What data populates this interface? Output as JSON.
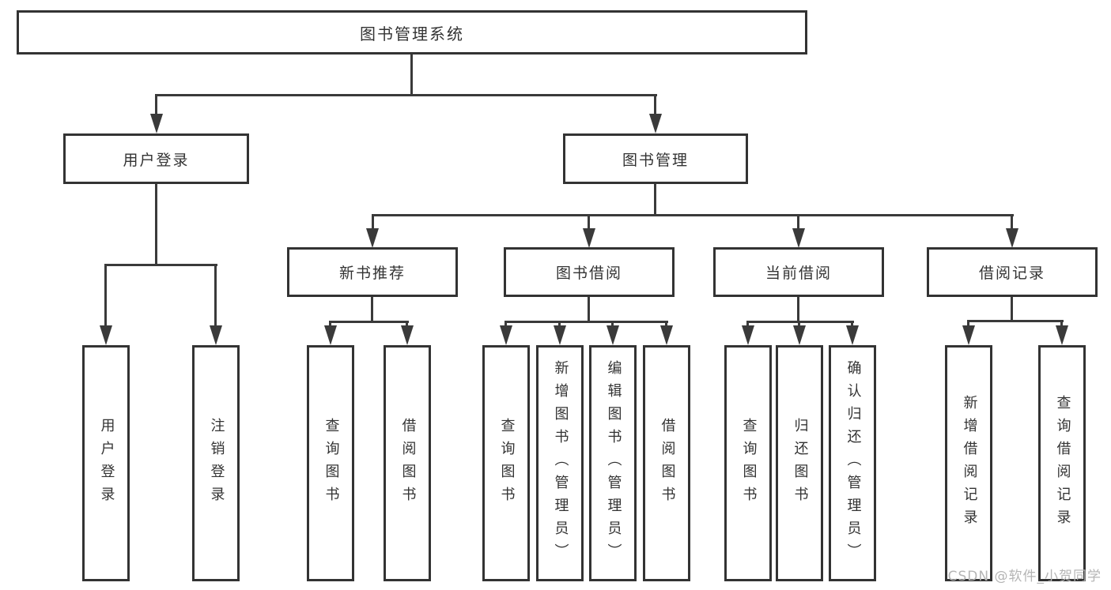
{
  "tree": {
    "root": "图书管理系统",
    "user_branch": {
      "label": "用户登录",
      "leaves": [
        "用户登录",
        "注销登录"
      ]
    },
    "mgmt_branch": {
      "label": "图书管理",
      "sections": [
        {
          "label": "新书推荐",
          "leaves": [
            "查询图书",
            "借阅图书"
          ]
        },
        {
          "label": "图书借阅",
          "leaves": [
            "查询图书",
            "新增图书（管理员）",
            "编辑图书（管理员）",
            "借阅图书"
          ]
        },
        {
          "label": "当前借阅",
          "leaves": [
            "查询图书",
            "归还图书",
            "确认归还（管理员）"
          ]
        },
        {
          "label": "借阅记录",
          "leaves": [
            "新增借阅记录",
            "查询借阅记录"
          ]
        }
      ]
    }
  },
  "watermark": {
    "text": "CSDN @软件_小贺同学",
    "color": "#b5b5b5"
  },
  "colors": {
    "background": "#ffffff",
    "box_border": "#333333",
    "connector_line": "#3a3a3a",
    "text": "#333333"
  }
}
